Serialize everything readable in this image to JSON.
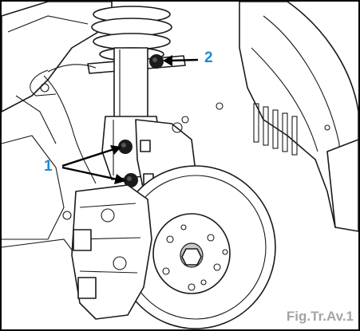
{
  "callouts": [
    {
      "label": "1"
    },
    {
      "label": "2"
    }
  ],
  "caption": "Fig.Tr.Av.1",
  "colors": {
    "callout": "#1f8bd1",
    "caption": "#a4a4a4",
    "frame": "#000000"
  },
  "icons": [
    "strut-bolt-icon",
    "top-nut-icon",
    "brake-disc-icon",
    "caliper-icon",
    "arrow-icon"
  ]
}
